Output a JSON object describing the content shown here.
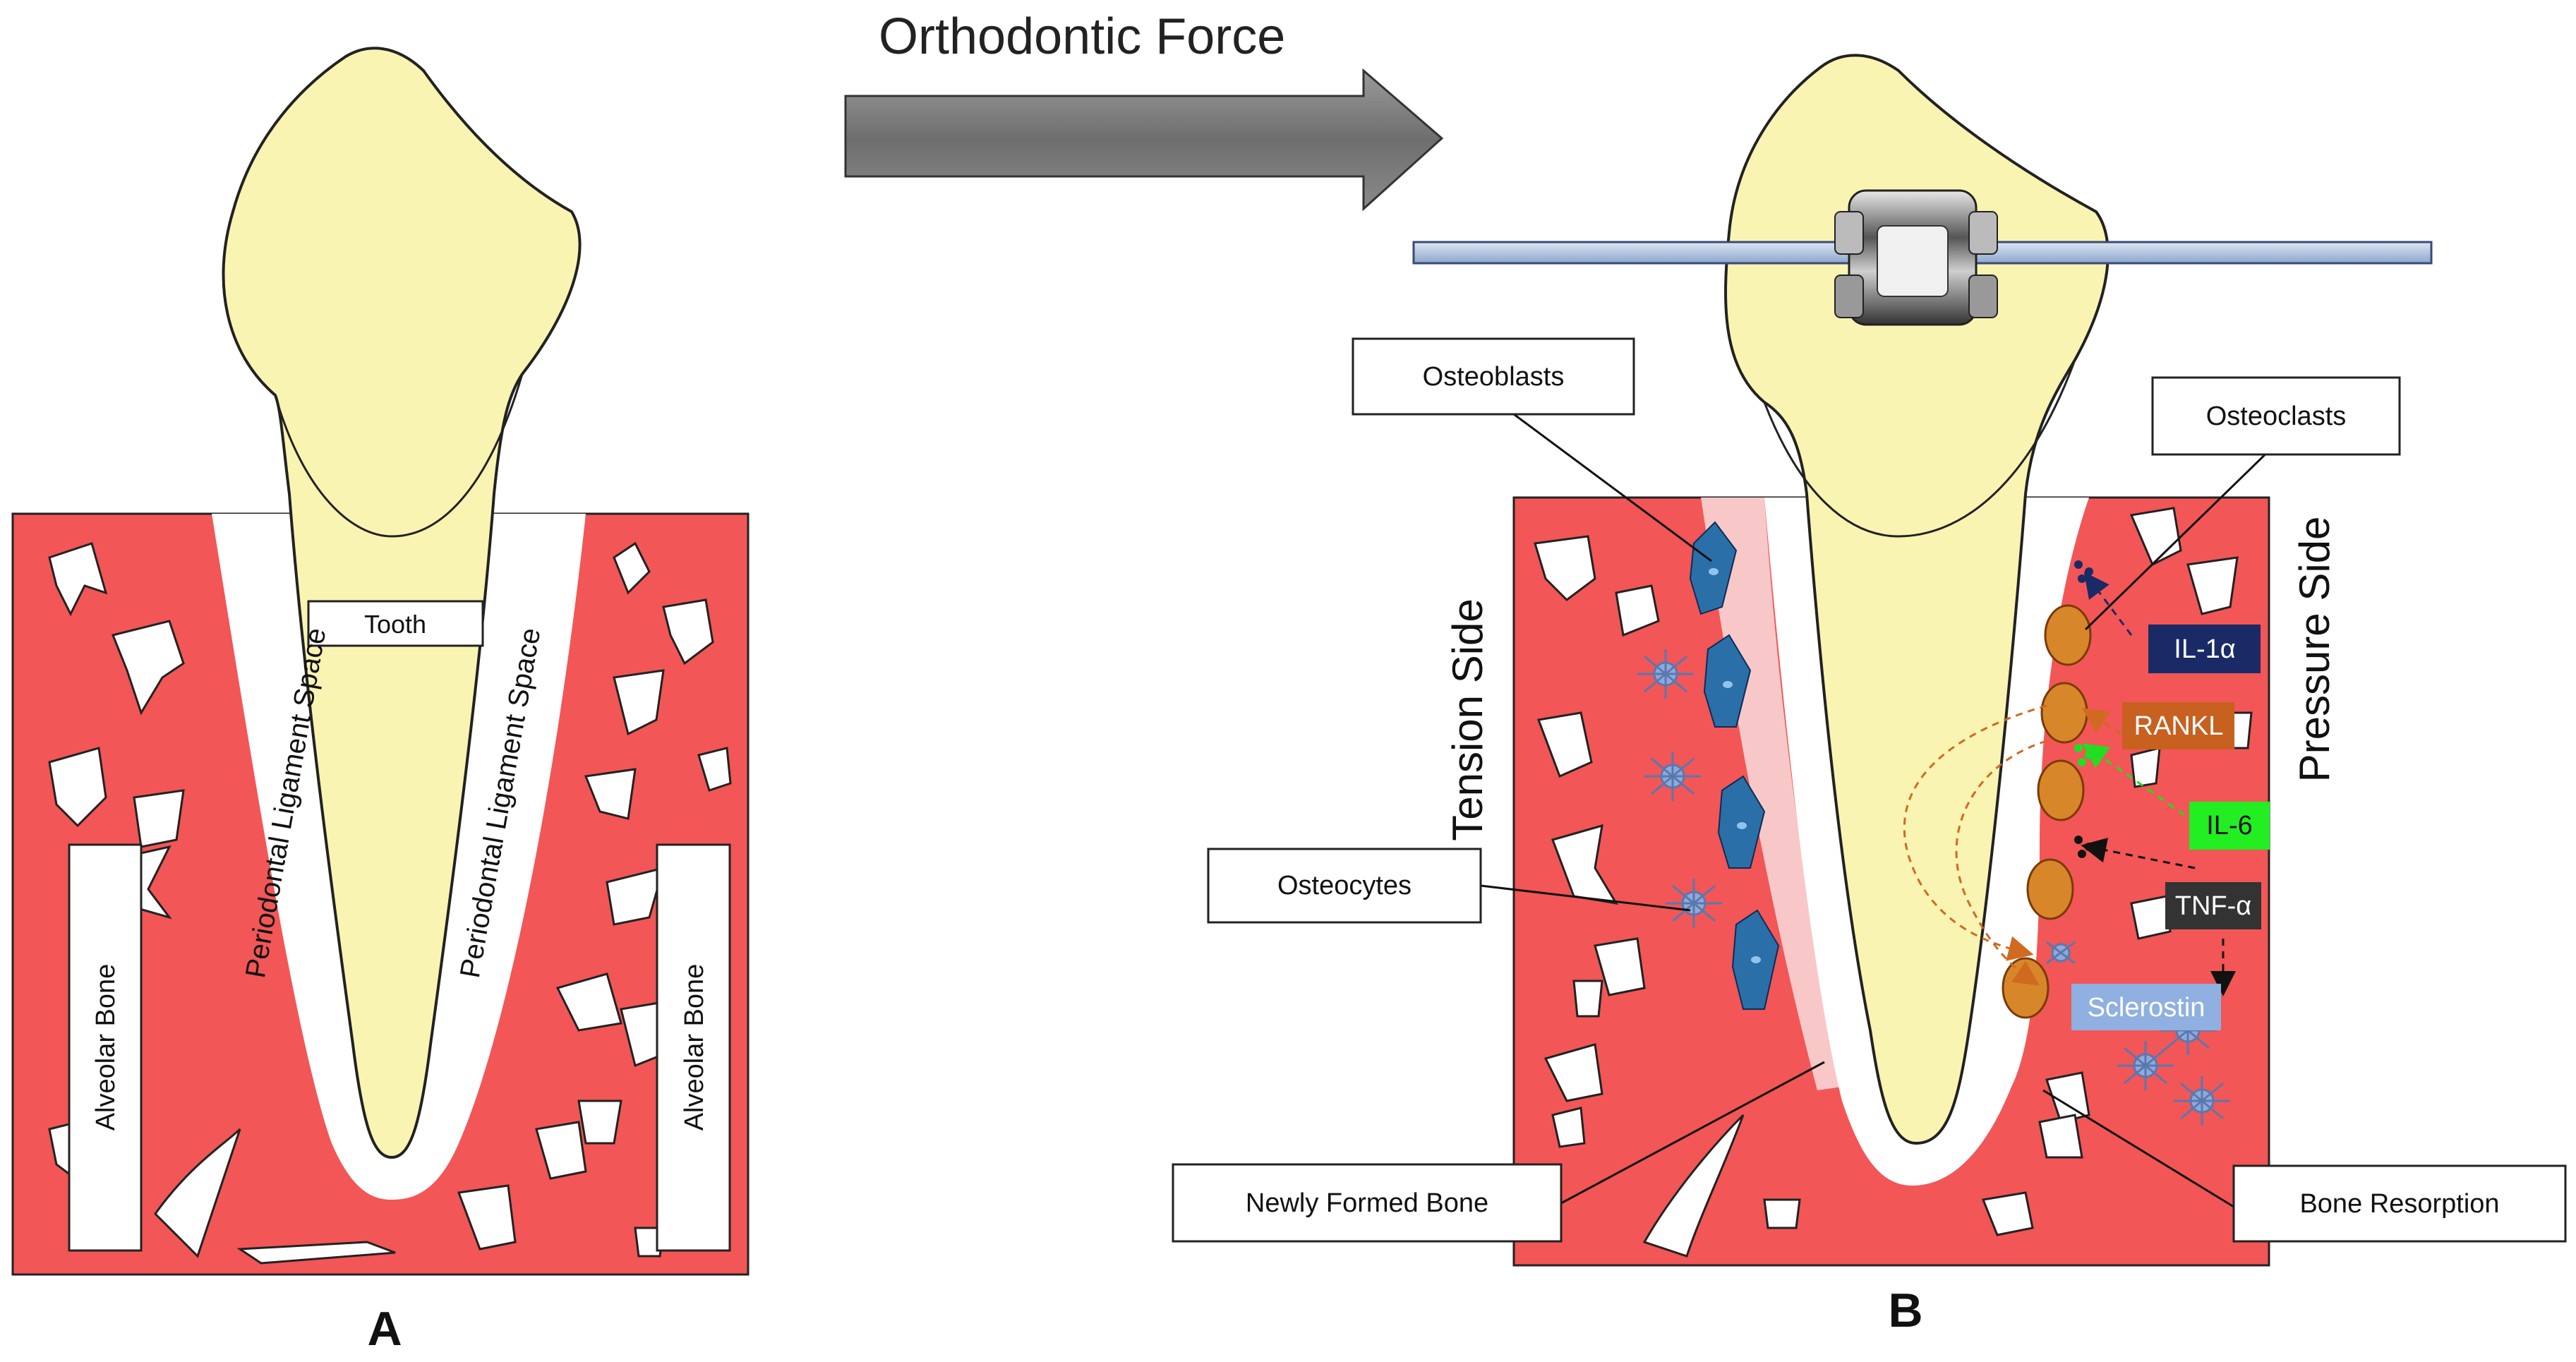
{
  "title": {
    "force_label": "Orthodontic Force"
  },
  "panel_a": {
    "letter": "A",
    "tooth_label": "Tooth",
    "pdl_left_label": "Periodontal Ligament Space",
    "pdl_right_label": "Periodontal Ligament Space",
    "bone_left_label": "Alveolar Bone",
    "bone_right_label": "Alveolar Bone"
  },
  "panel_b": {
    "letter": "B",
    "tension_label": "Tension Side",
    "pressure_label": "Pressure Side",
    "osteoblasts_label": "Osteoblasts",
    "osteoclasts_label": "Osteoclasts",
    "osteocytes_label": "Osteocytes",
    "new_bone_label": "Newly Formed Bone",
    "resorption_label": "Bone Resorption",
    "factors": {
      "il1a": "IL-1α",
      "rankl": "RANKL",
      "il6": "IL-6",
      "tnfa": "TNF-α",
      "sclerostin": "Sclerostin"
    }
  },
  "colors": {
    "bone": "#f25656",
    "tooth": "#f9f4b2",
    "new_bone": "#f8c8c8",
    "osteoblast": "#2b6fa8",
    "osteoclast": "#d8862a",
    "osteocyte": "#8fa9d8",
    "il1a_box": "#1a2a66",
    "rankl_box": "#c86020",
    "il6_box": "#22ee22",
    "tnfa_box": "#333333",
    "sclerostin_box": "#8fb0e0",
    "wire": "#a9bfdf"
  }
}
